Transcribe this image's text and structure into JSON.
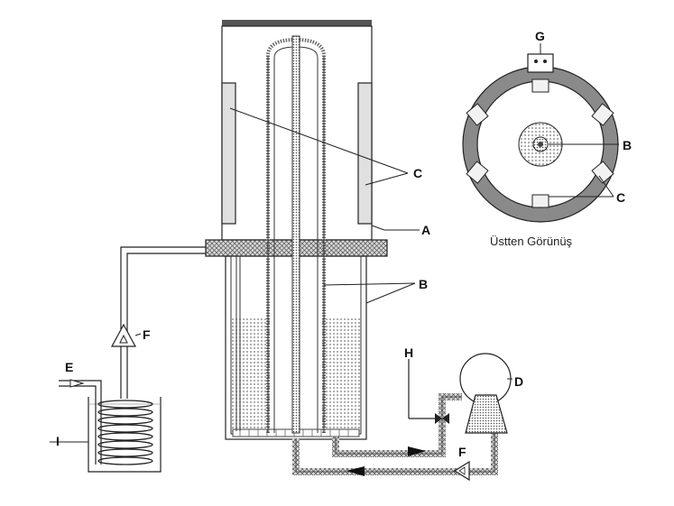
{
  "labels": {
    "A": "A",
    "B_side": "B",
    "B_top": "B",
    "C_side": "C",
    "C_top": "C",
    "D": "D",
    "E": "E",
    "F_tube": "F",
    "F_pump": "F",
    "G": "G",
    "H": "H",
    "I": "I"
  },
  "top_view_caption": "Üstten Görünüş"
}
